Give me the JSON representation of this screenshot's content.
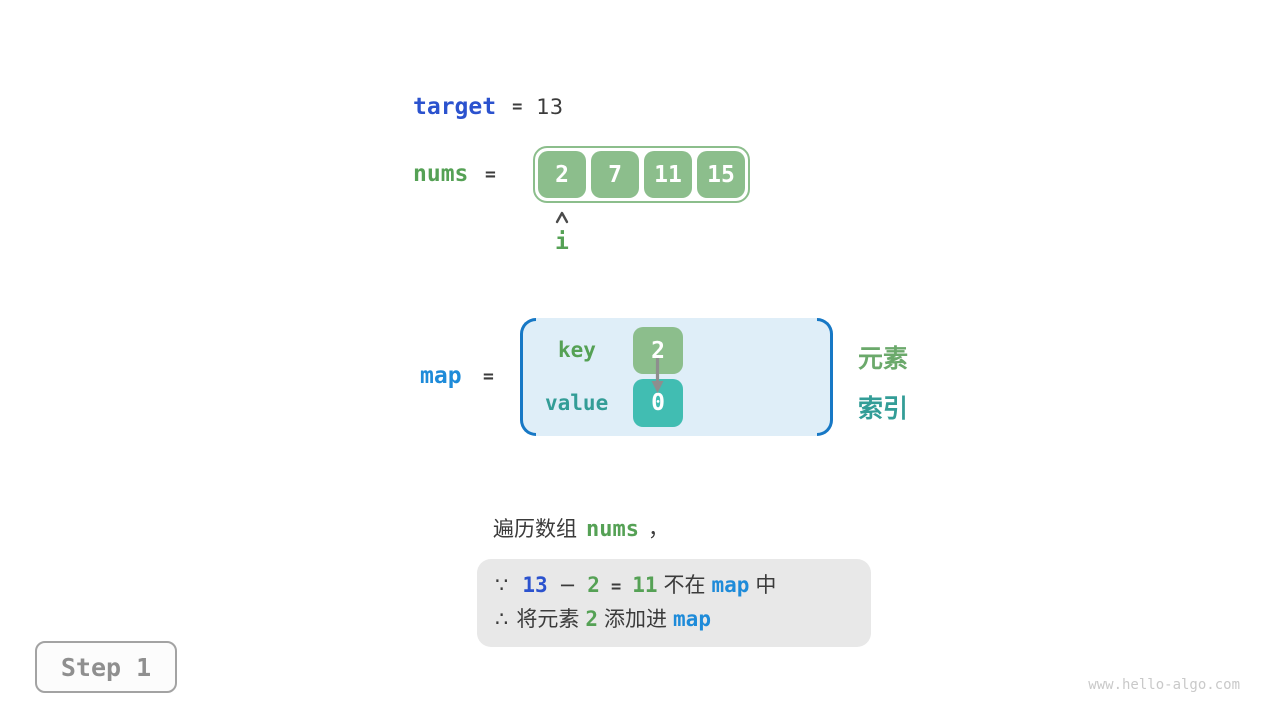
{
  "colors": {
    "array_green": "#8CBE8C",
    "code_green_text": "#55A155",
    "legend_green_text": "#6BA96B",
    "teal_box": "#41BDB2",
    "teal_text": "#339D97",
    "royal_blue": "#2B52CE",
    "azure_blue": "#1E8BD9",
    "map_background": "#DFEEF8",
    "bracket_blue": "#1778C5",
    "dark_text": "#3B3B3B",
    "note_background": "#E8E8E8",
    "step_gray": "#8F8F8F",
    "watermark_gray": "#C9C9C9"
  },
  "target_row": {
    "name": "target",
    "equals": "=",
    "value": "13"
  },
  "nums_row": {
    "name": "nums",
    "equals": "=",
    "cells": [
      "2",
      "7",
      "11",
      "15"
    ],
    "pointer_label": "i"
  },
  "map_row": {
    "name": "map",
    "equals": "=",
    "key_label": "key",
    "key_value": "2",
    "value_label": "value",
    "value_value": "0",
    "legend_element": "元素",
    "legend_index": "索引"
  },
  "caption": {
    "prefix": "遍历数组",
    "code": "nums",
    "suffix": "，"
  },
  "note": {
    "line1": {
      "sym": "∵",
      "a": "13",
      "op1": "−",
      "b": "2",
      "op2": "=",
      "c": "11",
      "t1": "不在",
      "code": "map",
      "t2": "中"
    },
    "line2": {
      "sym": "∴",
      "t1": "将元素",
      "a": "2",
      "t2": "添加进",
      "code": "map"
    }
  },
  "step_label": "Step 1",
  "watermark": "www.hello-algo.com"
}
